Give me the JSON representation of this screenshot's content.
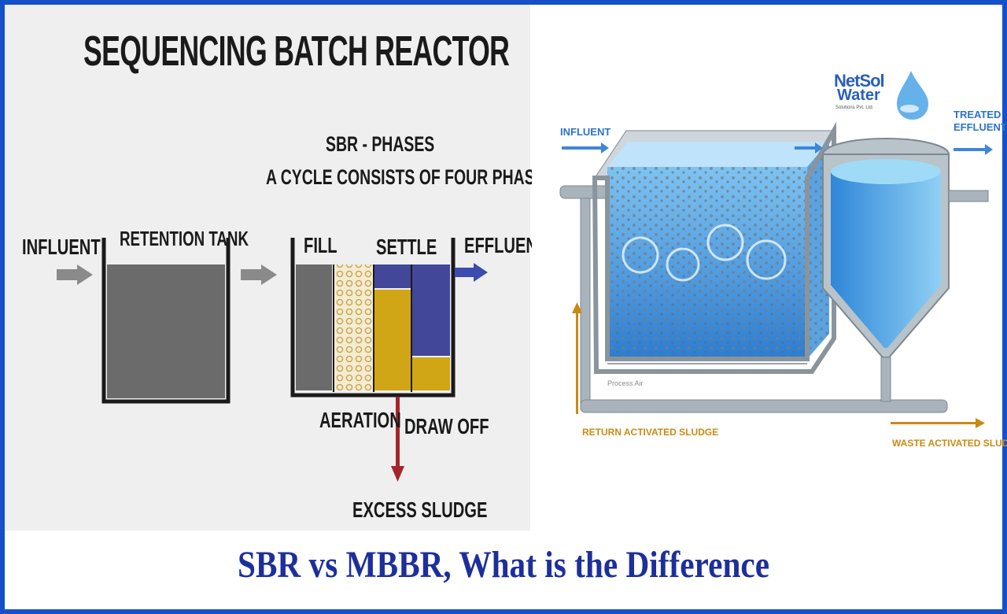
{
  "left_diagram": {
    "title": "SEQUENCING BATCH REACTOR",
    "phases_title": "SBR - PHASES",
    "phases_subtitle": "A CYCLE CONSISTS OF FOUR PHASES",
    "influent": "INFLUENT",
    "retention_tank": "RETENTION TANK",
    "fill": "FILL",
    "settle": "SETTLE",
    "effluent": "EFFLUENT",
    "aeration": "AERATION",
    "draw_off": "DRAW OFF",
    "excess_sludge": "EXCESS SLUDGE"
  },
  "right_diagram": {
    "influent": "INFLUENT",
    "treated_effluent_1": "TREATED",
    "treated_effluent_2": "EFFLUENT",
    "process_air": "Process Air",
    "return_sludge": "RETURN ACTIVATED SLUDGE",
    "waste_sludge": "WASTE ACTIVATED SLUDGE",
    "logo_line1": "NetSol",
    "logo_line2": "Water",
    "logo_tagline": "Solutions Pvt. Ltd."
  },
  "caption": "SBR vs MBBR, What is the Difference",
  "colors": {
    "border": "#1550c8",
    "caption": "#1d2f9b",
    "tank_gray": "#6b6b6b",
    "settle_blue": "#42479a",
    "settle_gold": "#d1a616",
    "arrow_red": "#a4262a",
    "water_blue": "#3f8fdc",
    "sludge_line": "#c98a15"
  }
}
